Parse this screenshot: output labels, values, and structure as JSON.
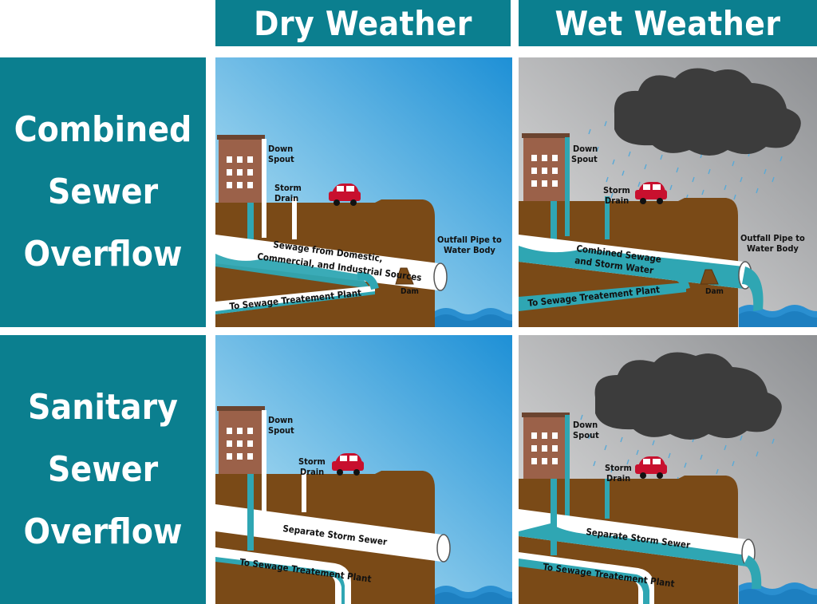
{
  "columns": [
    "Dry Weather",
    "Wet Weather"
  ],
  "rows": [
    [
      "Combined",
      "Sewer",
      "Overflow"
    ],
    [
      "Sanitary",
      "Sewer",
      "Overflow"
    ]
  ],
  "labels": {
    "down_spout": [
      "Down",
      "Spout"
    ],
    "storm_drain": [
      "Storm",
      "Drain"
    ],
    "outfall": [
      "Outfall Pipe to",
      "Water Body"
    ],
    "dam": "Dam",
    "sewage_sources": [
      "Sewage from Domestic,",
      "Commercial, and Industrial Sources"
    ],
    "combined_sewage": [
      "Combined Sewage",
      "and Storm Water"
    ],
    "to_plant": "To Sewage Treatement Plant",
    "separate_storm": "Separate Storm Sewer"
  },
  "colors": {
    "header": "#0b7f8f",
    "ground": "#7a4a17",
    "water": "#2fa6b3",
    "building": "#9b6149",
    "cloud": "#3c3c3c",
    "car": "#c8102e"
  }
}
